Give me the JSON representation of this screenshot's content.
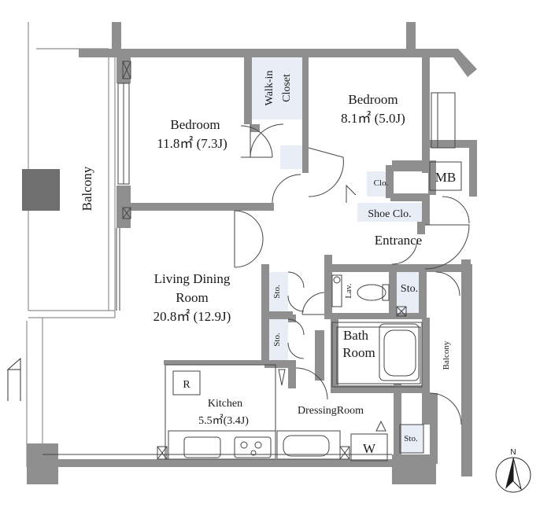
{
  "rooms": {
    "bedroom_left": {
      "name": "Bedroom",
      "area": "11.8㎡ (7.3J)"
    },
    "bedroom_right": {
      "name": "Bedroom",
      "area": "8.1㎡ (5.0J)"
    },
    "walk_in_closet": {
      "line1": "Walk-in",
      "line2": "Closet"
    },
    "living_dining": {
      "line1": "Living Dining",
      "line2": "Room",
      "area": "20.8㎡ (12.9J)"
    },
    "kitchen": {
      "name": "Kitchen",
      "area": "5.5㎡(3.4J)"
    },
    "bath": {
      "line1": "Bath",
      "line2": "Room"
    },
    "dressing": {
      "name": "DressingRoom"
    },
    "entrance": {
      "name": "Entrance"
    },
    "balcony_west": {
      "name": "Balcony"
    },
    "balcony_east": {
      "name": "Balcony"
    }
  },
  "fixtures": {
    "clo": "Clo.",
    "mb": "MB",
    "shoe_clo": "Shoe Clo.",
    "lav": "Lav.",
    "sto_entrance": "Sto.",
    "sto_ld_upper": "Sto.",
    "sto_ld_lower": "Sto.",
    "sto_dressing": "Sto.",
    "refrigerator": "R",
    "washer": "W"
  },
  "compass": {
    "label": "N"
  },
  "colors": {
    "wall": "#8f8f8f",
    "closet_fill": "#e9eef6",
    "line": "#333333",
    "column": "#6f6f6f"
  }
}
